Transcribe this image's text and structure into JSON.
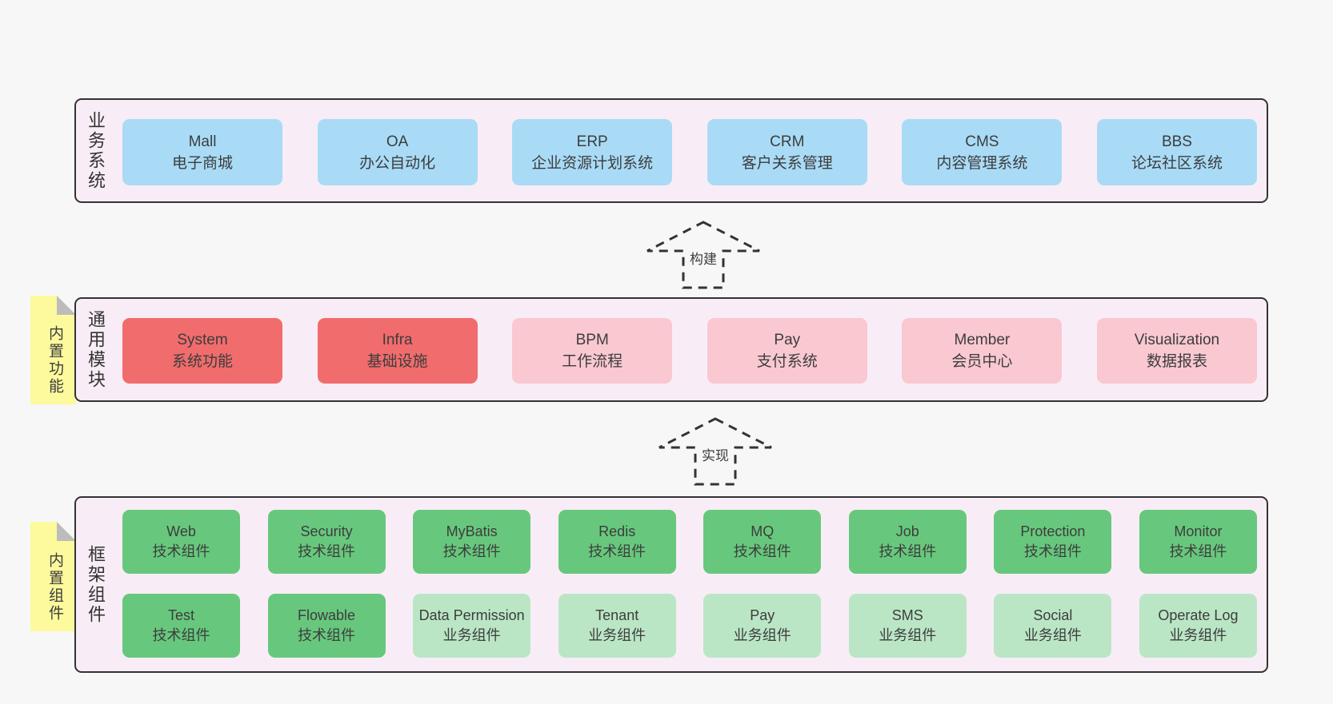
{
  "colors": {
    "page_bg": "#f7f7f7",
    "band_bg": "#f8edf6",
    "band_border": "#333333",
    "blue_box": "#a9dbf6",
    "red_box": "#f16c6c",
    "pink_box": "#f9c8d1",
    "green_box": "#67c87d",
    "green_light_box": "#bae6c5",
    "note_yellow": "#fcfa9c",
    "note_fold_gray": "#bcbcbc",
    "text": "#3d3d3d"
  },
  "bands": [
    {
      "label": "业务系统",
      "boxes": [
        {
          "name": "Mall",
          "sub": "电子商城"
        },
        {
          "name": "OA",
          "sub": "办公自动化"
        },
        {
          "name": "ERP",
          "sub": "企业资源计划系统"
        },
        {
          "name": "CRM",
          "sub": "客户关系管理"
        },
        {
          "name": "CMS",
          "sub": "内容管理系统"
        },
        {
          "name": "BBS",
          "sub": "论坛社区系统"
        }
      ]
    },
    {
      "label": "通用模块",
      "note": "内置功能",
      "boxes": [
        {
          "name": "System",
          "sub": "系统功能"
        },
        {
          "name": "Infra",
          "sub": "基础设施"
        },
        {
          "name": "BPM",
          "sub": "工作流程"
        },
        {
          "name": "Pay",
          "sub": "支付系统"
        },
        {
          "name": "Member",
          "sub": "会员中心"
        },
        {
          "name": "Visualization",
          "sub": "数据报表"
        }
      ]
    },
    {
      "label": "框架组件",
      "note": "内置组件",
      "rows": [
        [
          {
            "name": "Web",
            "sub": "技术组件"
          },
          {
            "name": "Security",
            "sub": "技术组件"
          },
          {
            "name": "MyBatis",
            "sub": "技术组件"
          },
          {
            "name": "Redis",
            "sub": "技术组件"
          },
          {
            "name": "MQ",
            "sub": "技术组件"
          },
          {
            "name": "Job",
            "sub": "技术组件"
          },
          {
            "name": "Protection",
            "sub": "技术组件"
          },
          {
            "name": "Monitor",
            "sub": "技术组件"
          }
        ],
        [
          {
            "name": "Test",
            "sub": "技术组件"
          },
          {
            "name": "Flowable",
            "sub": "技术组件"
          },
          {
            "name": "Data Permission",
            "sub": "业务组件"
          },
          {
            "name": "Tenant",
            "sub": "业务组件"
          },
          {
            "name": "Pay",
            "sub": "业务组件"
          },
          {
            "name": "SMS",
            "sub": "业务组件"
          },
          {
            "name": "Social",
            "sub": "业务组件"
          },
          {
            "name": "Operate Log",
            "sub": "业务组件"
          }
        ]
      ]
    }
  ],
  "arrows": [
    {
      "label": "构建"
    },
    {
      "label": "实现"
    }
  ]
}
